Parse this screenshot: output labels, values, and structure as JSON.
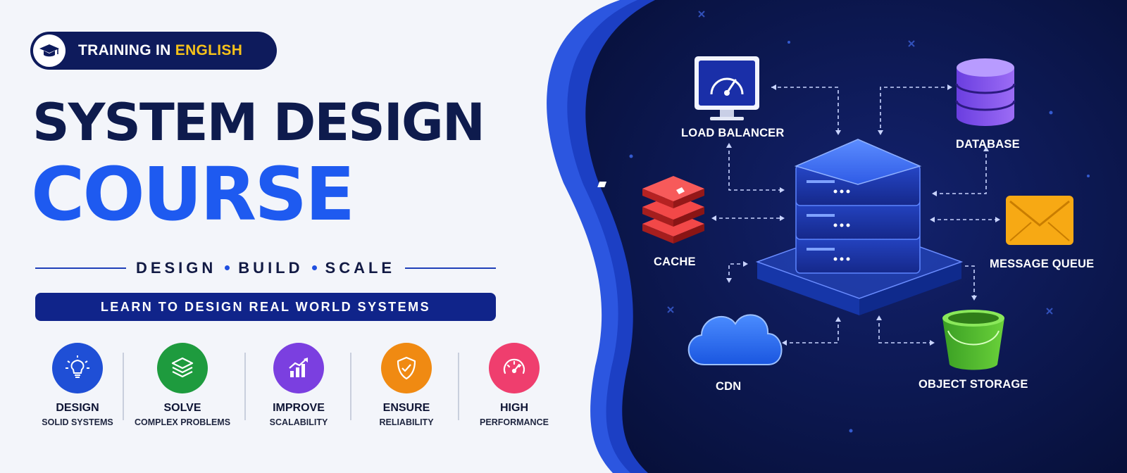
{
  "badge": {
    "prefix": "TRAINING IN ",
    "highlight": "ENGLISH"
  },
  "title": {
    "line1": "SYSTEM DESIGN",
    "line2": "COURSE"
  },
  "tagline": {
    "word1": "DESIGN",
    "word2": "BUILD",
    "word3": "SCALE"
  },
  "banner": "LEARN TO DESIGN REAL WORLD SYSTEMS",
  "features": [
    {
      "main": "DESIGN",
      "sub": "SOLID SYSTEMS",
      "icon": "lightbulb-icon",
      "color": "#1f4fd6"
    },
    {
      "main": "SOLVE",
      "sub": "COMPLEX PROBLEMS",
      "icon": "layers-icon",
      "color": "#1e9b3e"
    },
    {
      "main": "IMPROVE",
      "sub": "SCALABILITY",
      "icon": "growth-chart-icon",
      "color": "#7b3fe0"
    },
    {
      "main": "ENSURE",
      "sub": "RELIABILITY",
      "icon": "shield-check-icon",
      "color": "#f08a12"
    },
    {
      "main": "HIGH",
      "sub": "PERFORMANCE",
      "icon": "speedometer-icon",
      "color": "#ef3e6e"
    }
  ],
  "diagram": {
    "load_balancer": "LOAD BALANCER",
    "database": "DATABASE",
    "cache": "CACHE",
    "message_queue": "MESSAGE QUEUE",
    "cdn": "CDN",
    "object_storage": "OBJECT STORAGE"
  },
  "colors": {
    "navy": "#0e1b5c",
    "blue": "#1e5af0",
    "dark_panel": "#0b1347",
    "accent_yellow": "#f7c21a"
  }
}
